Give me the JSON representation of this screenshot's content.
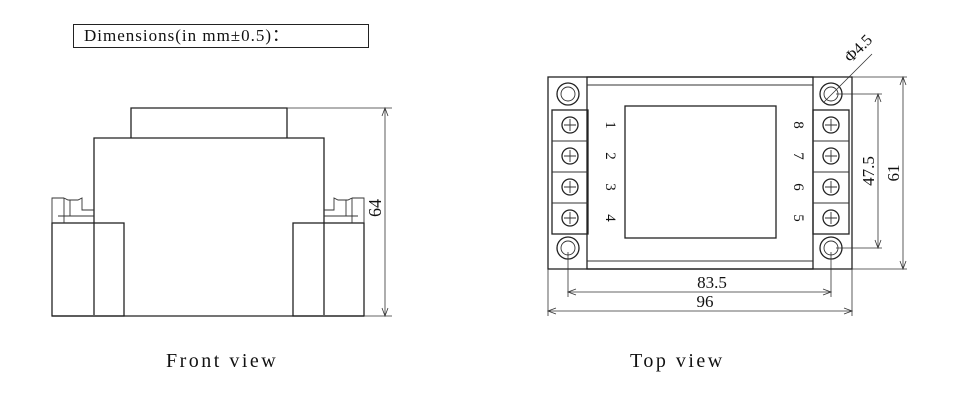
{
  "header": {
    "dimensions_label": "Dimensions(in mm±0.5)："
  },
  "front_view": {
    "caption": "Front view",
    "height_dim": "64"
  },
  "top_view": {
    "caption": "Top view",
    "hole_dim": "Φ4.5",
    "inner_height_dim": "47.5",
    "outer_height_dim": "61",
    "hole_spacing_dim": "83.5",
    "overall_width_dim": "96",
    "pins_left": [
      "1",
      "2",
      "3",
      "4"
    ],
    "pins_right": [
      "8",
      "7",
      "6",
      "5"
    ]
  }
}
